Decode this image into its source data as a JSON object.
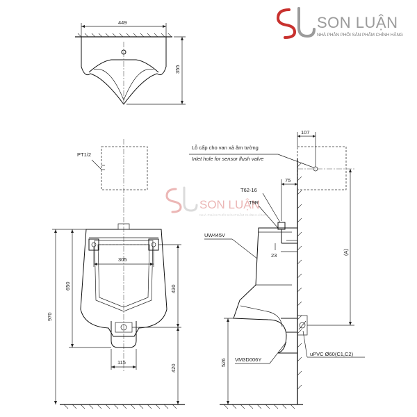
{
  "brand": {
    "name": "SON LUẬN",
    "tagline": "NHÀ PHÂN PHỐI SẢN PHẨM CHÍNH HÃNG",
    "watermark_name": "SON LUẬN",
    "watermark_tagline": "NHÀ PHÂN PHỐI SẢN PHẨM CHÍNH HÃNG",
    "color_red": "#c8312e",
    "color_gray": "#9b9b9b"
  },
  "dimensions": {
    "top_width": "449",
    "top_depth": "355",
    "right_offset": "107",
    "valve_offset": "75",
    "valve_drop": "23",
    "span_a": "(A)",
    "outlet_height": "526",
    "front_height": "970",
    "body_height": "650",
    "bracket_width": "305",
    "inner_height": "430",
    "outlet_width": "115",
    "base_height": "420"
  },
  "labels": {
    "inlet_thread": "PT1/2",
    "inlet_note_vi": "Lỗ cấp cho van xả âm tường",
    "inlet_note_en": "Inlet hole for sensor flush valve",
    "valve_code_1": "T62-16",
    "valve_code_2": "T9R",
    "urinal_model": "UW445V",
    "trap_model": "VM3D006Y",
    "drain_pipe": "uPVC Ø60(C1,C2)"
  }
}
